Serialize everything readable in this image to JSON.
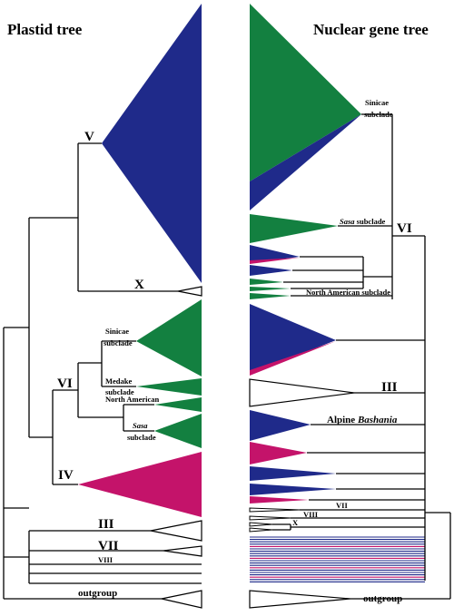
{
  "titles": {
    "left": "Plastid tree",
    "right": "Nuclear gene tree"
  },
  "left_labels": {
    "clade_v": "V",
    "clade_x": "X",
    "clade_vi": "VI",
    "clade_iv": "IV",
    "clade_iii": "III",
    "clade_vii": "VII",
    "clade_viii": "VIII",
    "outgroup": "outgroup",
    "sinicae_1": "Sinicae",
    "sinicae_2": "subclade",
    "medake_1": "Medake",
    "medake_2": "subclade",
    "north_american": "North American",
    "sasa_1": "Sasa",
    "sasa_2": "subclade"
  },
  "right_labels": {
    "sinicae_1": "Sinicae",
    "sinicae_2": "subclade",
    "sasa_italic": "Sasa",
    "sasa_rest": " subclade",
    "clade_vi": "VI",
    "north_american": "North American subclade",
    "clade_iii": "III",
    "alpine": "Alpine ",
    "bashania": "Bashania",
    "clade_vii": "VII",
    "clade_viii": "VIII",
    "clade_x": "X",
    "outgroup": "outgroup"
  },
  "colors": {
    "blue": "#1f2a8a",
    "green": "#138040",
    "magenta": "#c4136a",
    "line": "#000000"
  }
}
